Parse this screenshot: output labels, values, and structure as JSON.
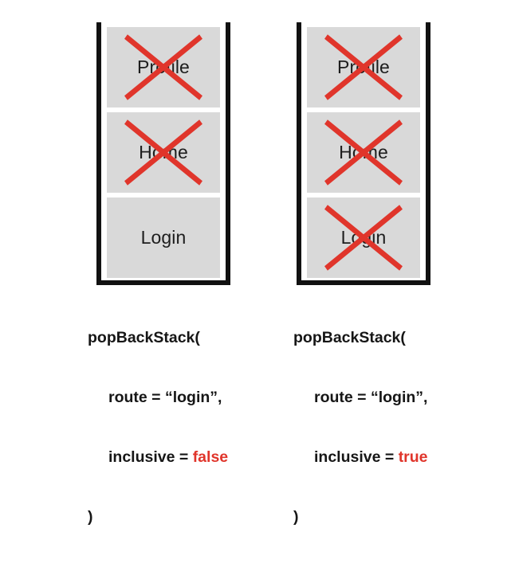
{
  "figure": {
    "title_visible": false,
    "background_color": "#ffffff",
    "panel_border_color": "#111111",
    "card_fill_color": "#d9d9d9",
    "card_label_color": "#1d1d1d",
    "cross_color": "#e0352b",
    "accent_color": "#e0352b"
  },
  "panels": [
    {
      "id": "inclusive-false",
      "name": "back-stack-inclusive-false",
      "cards": [
        {
          "label": "Profile",
          "crossed_out": true,
          "cross_icon": "red-cross-icon"
        },
        {
          "label": "Home",
          "crossed_out": true,
          "cross_icon": "red-cross-icon"
        },
        {
          "label": "Login",
          "crossed_out": false,
          "cross_icon": ""
        }
      ],
      "caption": {
        "line1": "popBackStack(",
        "line2": "route = “login”,",
        "line3_prefix": "inclusive = ",
        "line3_value": "false",
        "line4": ")"
      }
    },
    {
      "id": "inclusive-true",
      "name": "back-stack-inclusive-true",
      "cards": [
        {
          "label": "Profile",
          "crossed_out": true,
          "cross_icon": "red-cross-icon"
        },
        {
          "label": "Home",
          "crossed_out": true,
          "cross_icon": "red-cross-icon"
        },
        {
          "label": "Login",
          "crossed_out": true,
          "cross_icon": "red-cross-icon"
        }
      ],
      "caption": {
        "line1": "popBackStack(",
        "line2": "route = “login”,",
        "line3_prefix": "inclusive = ",
        "line3_value": "true",
        "line4": ")"
      }
    }
  ]
}
